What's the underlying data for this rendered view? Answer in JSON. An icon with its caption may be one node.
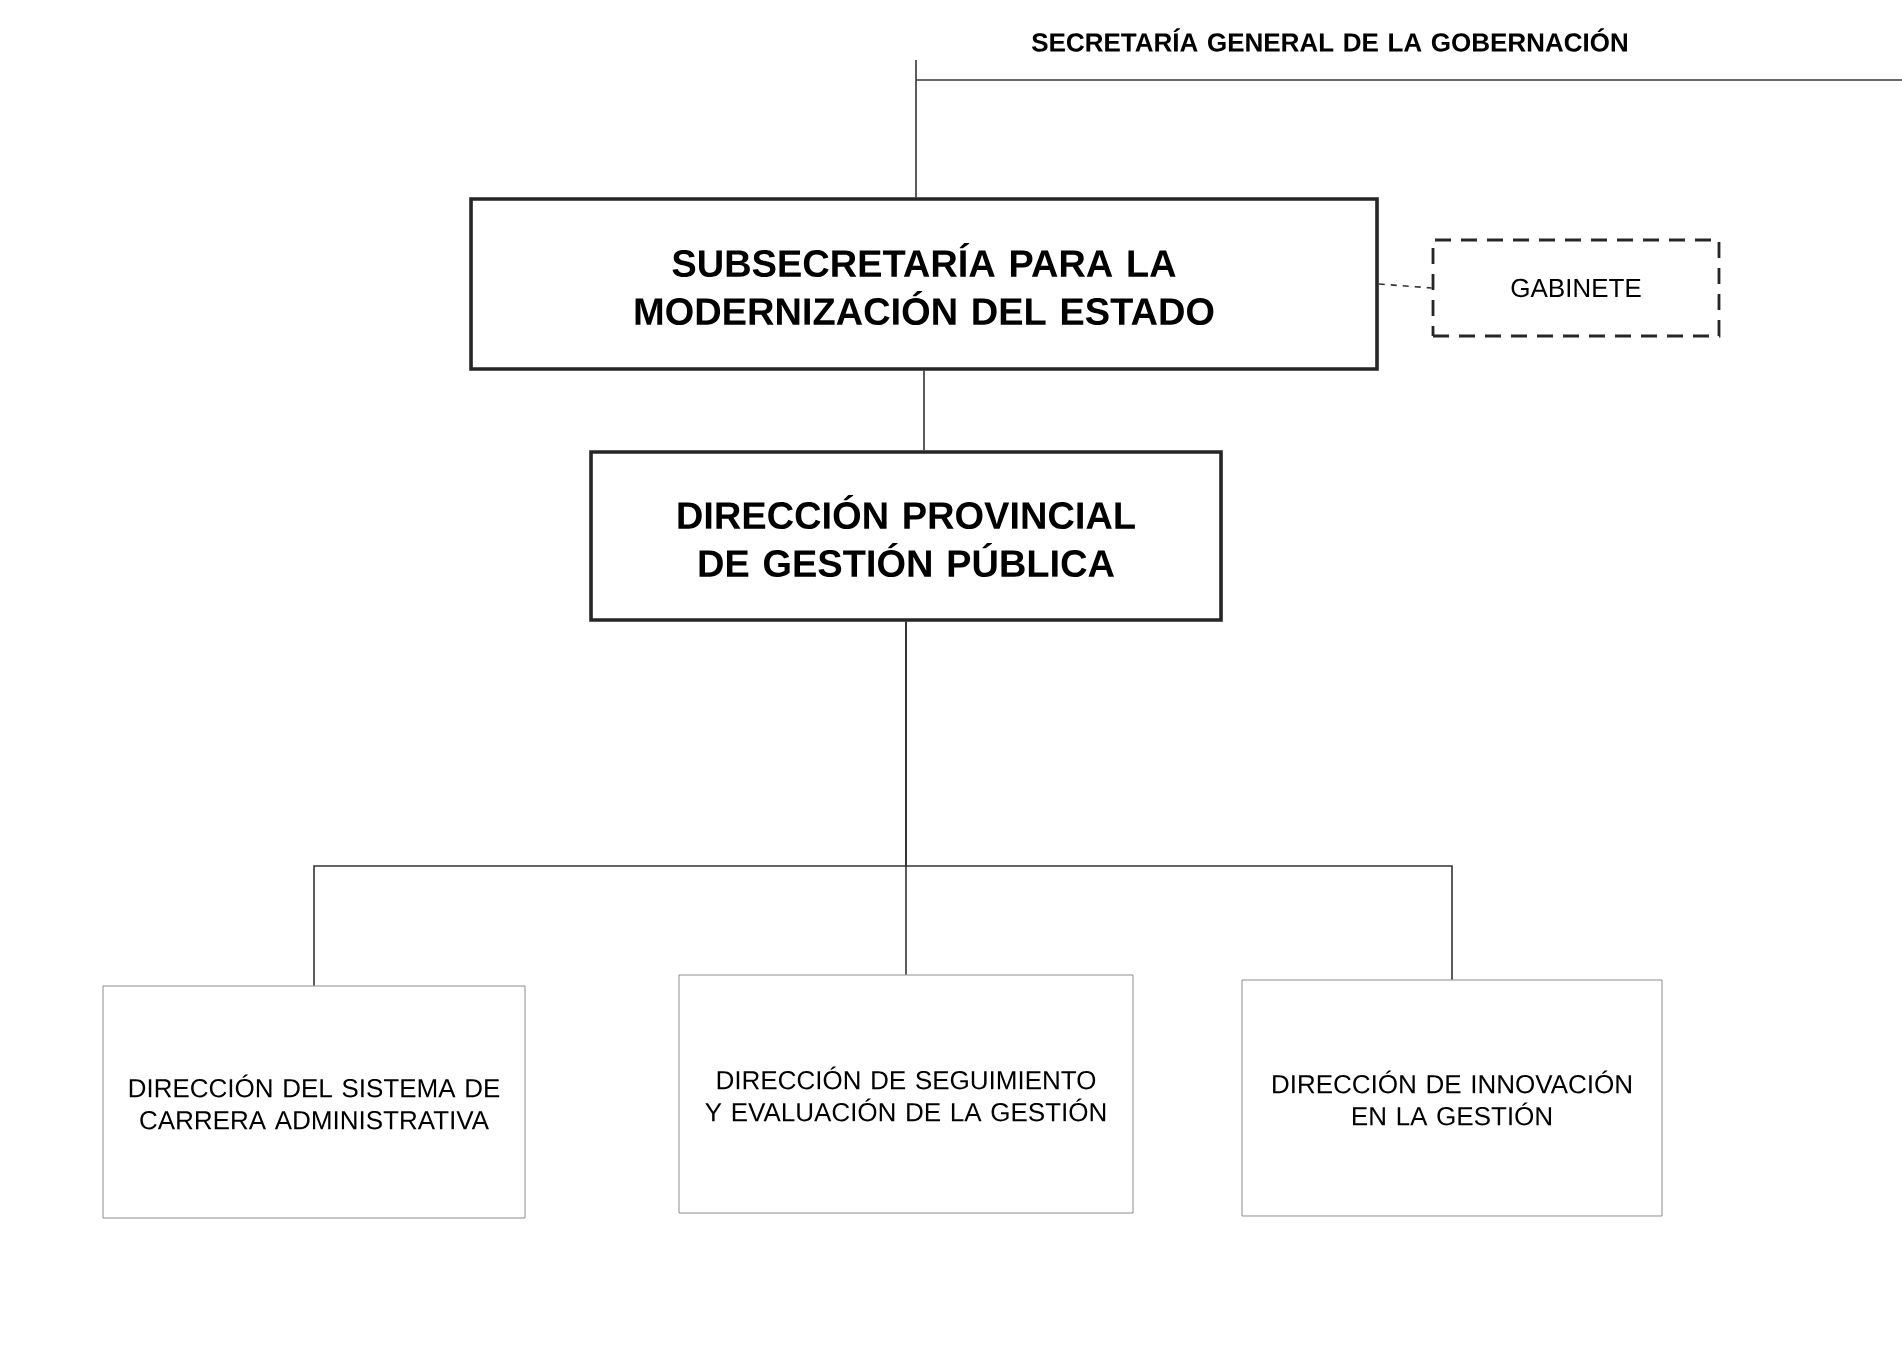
{
  "diagram": {
    "nodes": [
      {
        "text": [
          "SECRETARÍA GENERAL DE LA GOBERNACIÓN"
        ]
      },
      {
        "text": [
          "SUBSECRETARÍA PARA LA MODERNIZACIÓN DEL ESTADO"
        ]
      },
      {
        "text": [
          "GABINETE"
        ]
      },
      {
        "text": [
          "DIRECCIÓN PROVINCIAL DE GESTIÓN PÚBLICA"
        ]
      },
      {
        "text": [
          "DIRECCIÓN DEL SISTEMA DE CARRERA ADMINISTRATIVA"
        ]
      },
      {
        "text": [
          "DIRECCIÓN DE SEGUIMIENTO Y EVALUACIÓN DE LA GESTIÓN"
        ]
      },
      {
        "text": [
          "DIRECCIÓN DE INNOVACIÓN EN LA GESTIÓN"
        ]
      }
    ],
    "edges": [
      {
        "from": 0,
        "to": 1,
        "arrow": "none"
      },
      {
        "from": 1,
        "to": 2,
        "arrow": "none",
        "style": "dashed"
      },
      {
        "from": 1,
        "to": 3,
        "arrow": "none"
      },
      {
        "from": 3,
        "to": 4,
        "arrow": "none"
      },
      {
        "from": 3,
        "to": 5,
        "arrow": "none"
      },
      {
        "from": 3,
        "to": 6,
        "arrow": "none"
      }
    ]
  }
}
